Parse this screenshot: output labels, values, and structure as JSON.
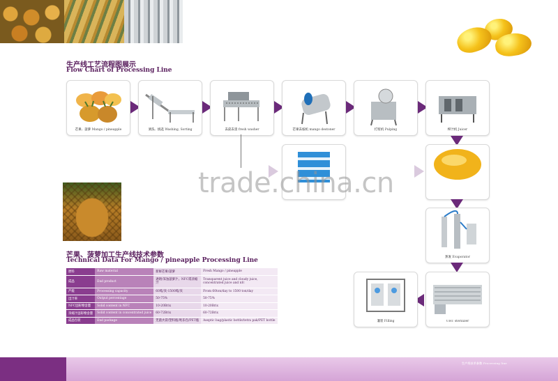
{
  "header": {
    "title_cn": "生产线工艺流程图展示",
    "title_en": "Flow Chart of Processing Line"
  },
  "process_steps": [
    {
      "caption": "芒果、菠萝 Mango / pineapple"
    },
    {
      "caption": "清洗、挑选 Washing, Sorting"
    },
    {
      "caption": "去皮去渣 fresh washer"
    },
    {
      "caption": "芒果去核机 mango destoner"
    },
    {
      "caption": "打浆机 Pulping"
    },
    {
      "caption": "榨汁机 Juicer"
    },
    {
      "caption": ""
    },
    {
      "caption": ""
    },
    {
      "caption": "蒸发 Evaporator"
    },
    {
      "caption": "UHT sterilizer"
    },
    {
      "caption": "灌装 Filling"
    }
  ],
  "watermark": "trade.china.cn",
  "tech": {
    "title_cn": "芒果、菠萝加工生产线技术参数",
    "title_en": "Technical Data For Mango / pineapple Processing Line",
    "rows": [
      [
        "原料",
        "Raw material",
        "新鲜芒果/菠萝",
        "Fresh Mango / pineapple"
      ],
      [
        "成品",
        "End product",
        "透明/浑浊菠萝汁，NFC或浓缩汁",
        "Transparent juice and cloudy juice, concentrated juice and nfc"
      ],
      [
        "产能",
        "Processing capacity",
        "60吨/天-1500吨/天",
        "From 60ton/day to 1500 ton/day"
      ],
      [
        "出汁率",
        "Output percentage",
        "50-75%",
        "50-75%"
      ],
      [
        "NFC固形物含量",
        "Solid content in NFC",
        "10-20Brix",
        "10-20Brix"
      ],
      [
        "浓缩汁固形物含量",
        "Solid content in concentrated juice",
        "60-72Brix",
        "60-72Brix"
      ],
      [
        "成品包装",
        "End package",
        "无菌大袋/塑料瓶/利乐包/PET瓶",
        "Aseptic bag/plastic bottle/tetra pak/PET bottle"
      ]
    ]
  },
  "footer": {
    "text": "生产线技术参数 Processing line"
  }
}
